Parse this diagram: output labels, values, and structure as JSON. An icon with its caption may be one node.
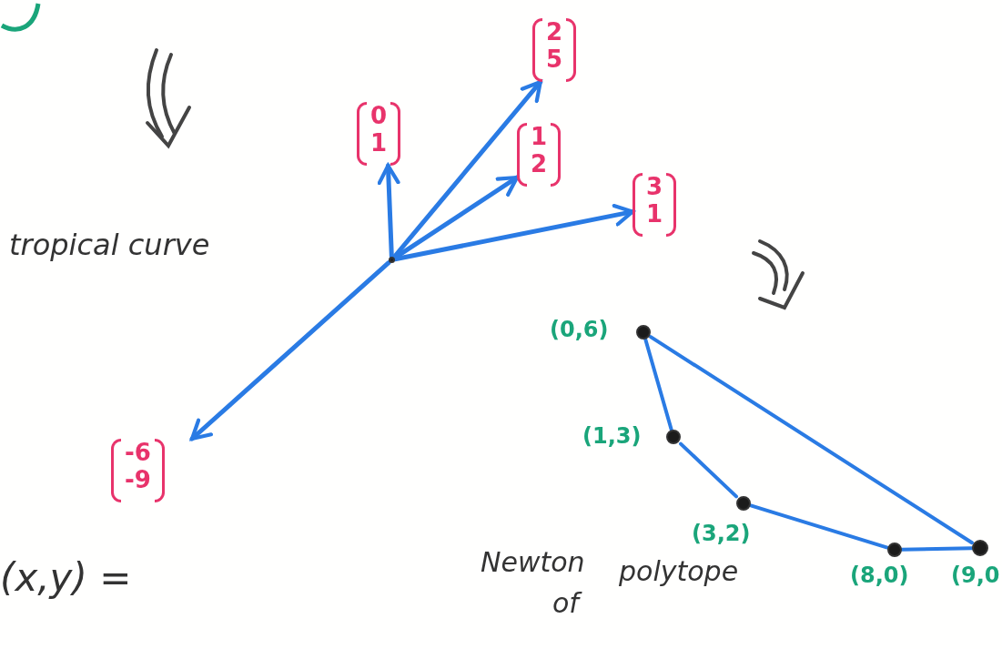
{
  "diagram": {
    "nodes": [
      {
        "text": [],
        "shape": "circle"
      },
      {
        "text": [
          "0",
          "1"
        ]
      },
      {
        "text": [
          "2",
          "5"
        ]
      },
      {
        "text": [
          "1",
          "2"
        ]
      },
      {
        "text": [
          "3",
          "1"
        ]
      },
      {
        "text": [
          "-6",
          "-9"
        ]
      },
      {
        "text": [],
        "shape": "circle",
        "beside": [
          "(0,6)"
        ]
      },
      {
        "text": [],
        "shape": "circle",
        "beside": [
          "(1,3)"
        ]
      },
      {
        "text": [],
        "shape": "circle",
        "beside": [
          "(3,2)"
        ]
      },
      {
        "text": [],
        "shape": "circle",
        "beside": [
          "(8,0)"
        ]
      },
      {
        "text": [],
        "shape": "circle",
        "beside": [
          "(9,0"
        ]
      }
    ],
    "edges": [
      {
        "from": 0,
        "to": 1,
        "arrow": "to"
      },
      {
        "from": 0,
        "to": 2,
        "arrow": "to"
      },
      {
        "from": 0,
        "to": 3,
        "arrow": "to"
      },
      {
        "from": 0,
        "to": 4,
        "arrow": "to"
      },
      {
        "from": 0,
        "to": 5,
        "arrow": "to"
      },
      {
        "from": 6,
        "to": 7,
        "arrow": "none"
      },
      {
        "from": 7,
        "to": 8,
        "arrow": "none"
      },
      {
        "from": 8,
        "to": 9,
        "arrow": "none"
      },
      {
        "from": 9,
        "to": 10,
        "arrow": "none"
      },
      {
        "from": 6,
        "to": 10,
        "arrow": "none"
      }
    ],
    "labels": [
      "tropical curve",
      "Newton",
      "polytope",
      "of",
      "(x,y) ="
    ]
  }
}
